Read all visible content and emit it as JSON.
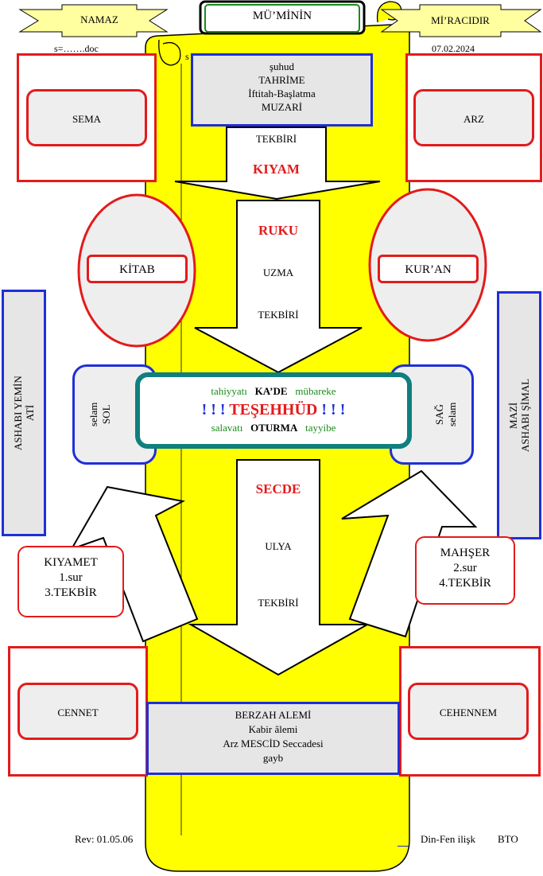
{
  "header": {
    "namaz": "NAMAZ",
    "muminin": "MÜ’MİNİN",
    "miracidir": "Mİ’RACIDIR",
    "doc": "s=…….doc",
    "s_mark": "s",
    "date": "07.02.2024"
  },
  "top_box": {
    "lines": [
      "şuhud",
      "TAHRİME",
      "İftitah-Başlatma",
      "MUZARİ"
    ]
  },
  "arrow1": {
    "label": "TEKBİRİ",
    "title": "KIYAM"
  },
  "arrow2": {
    "title": "RUKU",
    "label1": "UZMA",
    "label2": "TEKBİRİ"
  },
  "left_top": {
    "label": "SEMA"
  },
  "right_top": {
    "label": "ARZ"
  },
  "left_oval": {
    "label": "KİTAB"
  },
  "right_oval": {
    "label": "KUR’AN"
  },
  "left_side_bar": {
    "line1": "ASHABI   YEMİN",
    "line2": "ATİ"
  },
  "right_side_bar": {
    "line1": "MAZİ",
    "line2": "ASHABI ŞİMAL"
  },
  "left_small": {
    "line1": "selam",
    "line2": "SOL"
  },
  "right_small": {
    "line1": "SAĞ",
    "line2": "selam"
  },
  "center": {
    "tahiyyat": "tahiyyatı",
    "kade": "KA’DE",
    "mubareke": "mübareke",
    "bang": "! ! !",
    "teshehhud": "TEŞEHHÜD",
    "salavat": "salavatı",
    "oturma": "OTURMA",
    "tayyibe": "tayyibe"
  },
  "arrow3": {
    "title": "SECDE",
    "label1": "ULYA",
    "label2": "TEKBİRİ"
  },
  "kiyamet": {
    "lines": [
      "KIYAMET",
      "1.sur",
      "3.TEKBİR"
    ]
  },
  "mahsher": {
    "lines": [
      "MAHŞER",
      "2.sur",
      "4.TEKBİR"
    ]
  },
  "cennet": {
    "label": "CENNET"
  },
  "cehennem": {
    "label": "CEHENNEM"
  },
  "berzah": {
    "lines": [
      "BERZAH ALEMİ",
      "Kabir âlemi",
      "Arz MESCİD Seccadesi",
      "gayb"
    ]
  },
  "footer": {
    "rev": "Rev: 01.05.06",
    "din": "Din-Fen ilişk",
    "bto": "BTO"
  },
  "colors": {
    "yellow": "#ffff00",
    "red": "#e31b1b",
    "blue": "#1f2fd8",
    "teal": "#0f7f7f",
    "gray": "#e6e6e6"
  }
}
